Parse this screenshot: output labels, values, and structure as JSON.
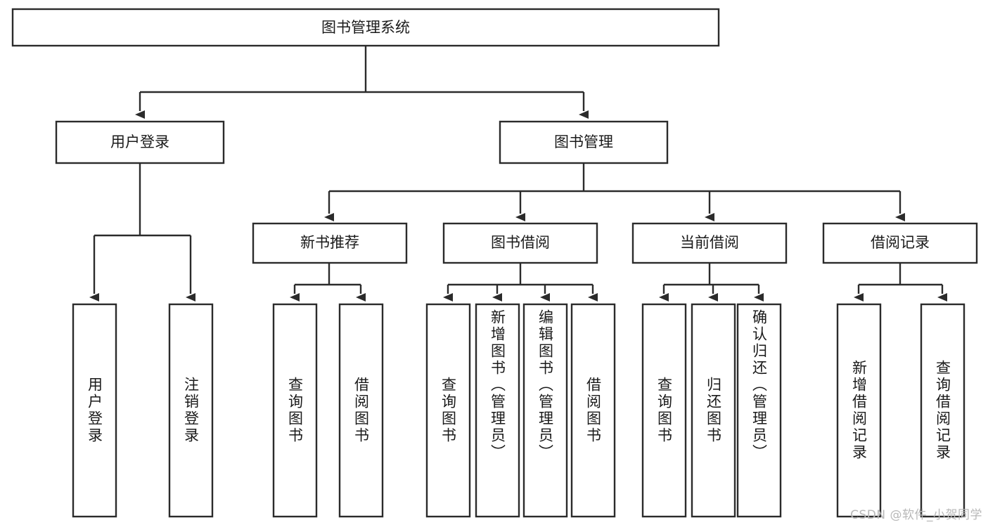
{
  "diagram": {
    "type": "tree",
    "title": "图书管理系统",
    "orientation": "top-down",
    "colors": {
      "box_fill": "#ffffff",
      "box_stroke": "#2b2b2b",
      "connector": "#2b2b2b",
      "text": "#1a1a1a",
      "background": "#ffffff",
      "watermark": "#b8b8b8"
    },
    "root": {
      "label": "图书管理系统",
      "level": 0
    },
    "level1": [
      {
        "label": "用户登录"
      },
      {
        "label": "图书管理"
      }
    ],
    "level2": [
      {
        "label": "新书推荐"
      },
      {
        "label": "图书借阅"
      },
      {
        "label": "当前借阅"
      },
      {
        "label": "借阅记录"
      }
    ],
    "leaves": {
      "user_login": [
        {
          "label": "用户登录"
        },
        {
          "label": "注销登录"
        }
      ],
      "new_book_recommend": [
        {
          "label": "查询图书"
        },
        {
          "label": "借阅图书"
        }
      ],
      "book_borrow": [
        {
          "label": "查询图书"
        },
        {
          "label": "新增图书（管理员）"
        },
        {
          "label": "编辑图书（管理员）"
        },
        {
          "label": "借阅图书"
        }
      ],
      "current_borrow": [
        {
          "label": "查询图书"
        },
        {
          "label": "归还图书"
        },
        {
          "label": "确认归还（管理员）"
        }
      ],
      "borrow_record": [
        {
          "label": "新增借阅记录"
        },
        {
          "label": "查询借阅记录"
        }
      ]
    },
    "watermark": "CSDN @软件_小贺同学"
  }
}
